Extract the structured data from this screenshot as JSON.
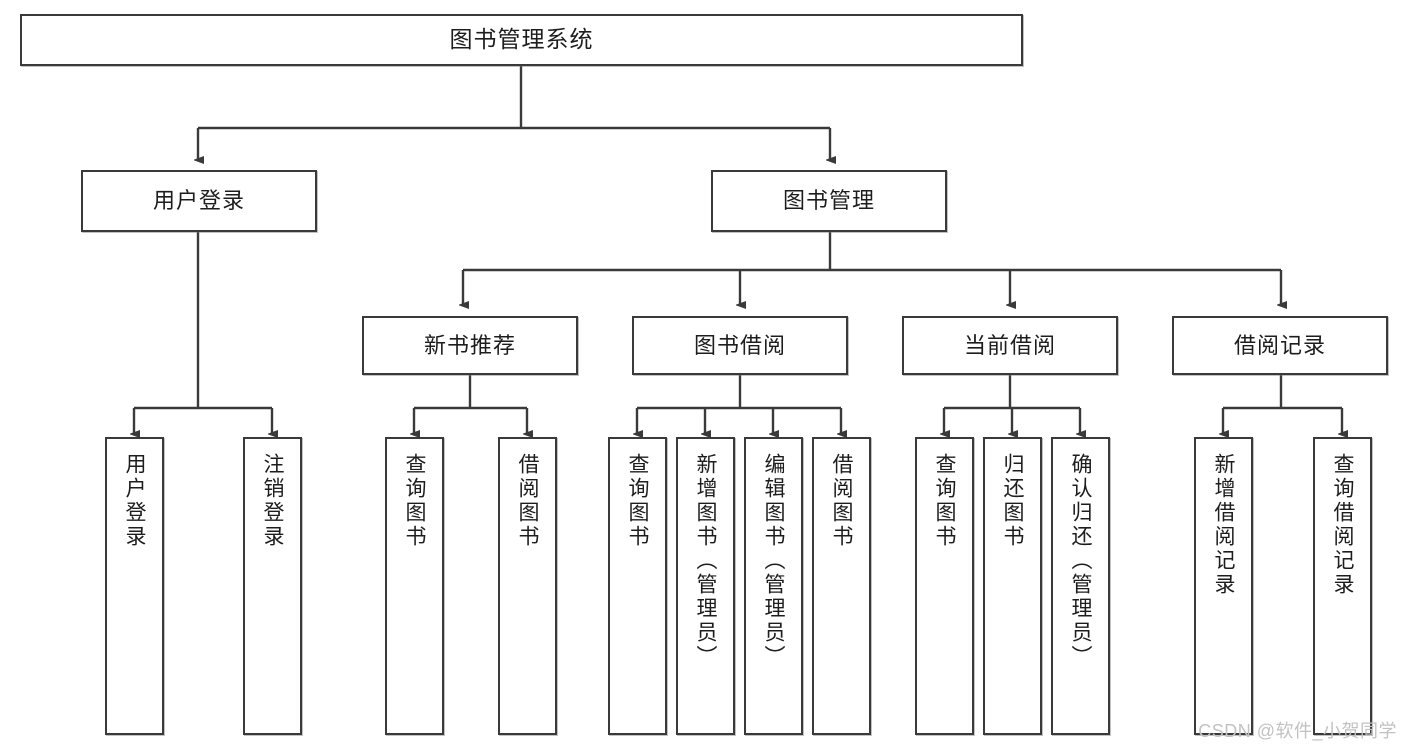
{
  "diagram": {
    "type": "tree-hierarchy-chart",
    "title": "图书管理系统",
    "watermark": "CSDN @软件_小贺同学",
    "colors": {
      "stroke": "#3a3a3a",
      "fill": "#ffffff",
      "text": "#1d1d1d",
      "watermark": "#c2c2c2"
    },
    "nodes": {
      "root": {
        "label": "图书管理系统"
      },
      "level2": [
        {
          "label": "用户登录"
        },
        {
          "label": "图书管理"
        }
      ],
      "level3": [
        {
          "label": "新书推荐"
        },
        {
          "label": "图书借阅"
        },
        {
          "label": "当前借阅"
        },
        {
          "label": "借阅记录"
        }
      ],
      "leaves_user_login": [
        {
          "label": "用户登录"
        },
        {
          "label": "注销登录"
        }
      ],
      "leaves_new_book": [
        {
          "label": "查询图书"
        },
        {
          "label": "借阅图书"
        }
      ],
      "leaves_borrow": [
        {
          "label": "查询图书"
        },
        {
          "label": "新增图书（管理员）"
        },
        {
          "label": "编辑图书（管理员）"
        },
        {
          "label": "借阅图书"
        }
      ],
      "leaves_current": [
        {
          "label": "查询图书"
        },
        {
          "label": "归还图书"
        },
        {
          "label": "确认归还（管理员）"
        }
      ],
      "leaves_records": [
        {
          "label": "新增借阅记录"
        },
        {
          "label": "查询借阅记录"
        }
      ]
    }
  }
}
